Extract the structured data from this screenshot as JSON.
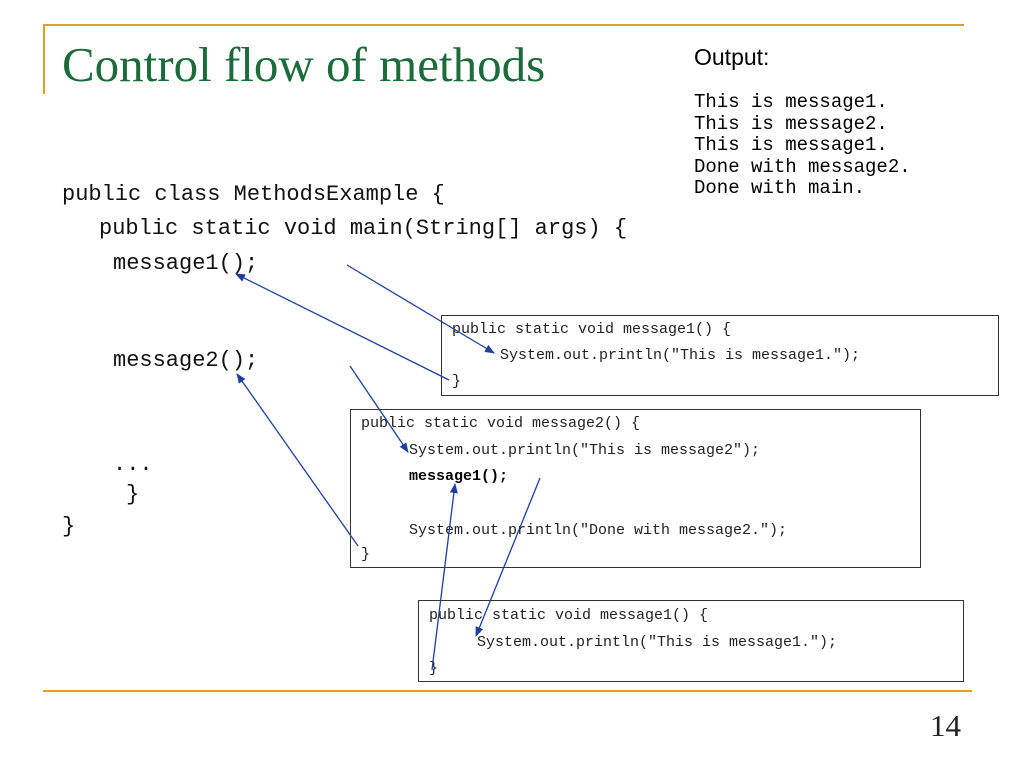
{
  "slide": {
    "title": "Control flow of methods",
    "page_number": "14"
  },
  "output": {
    "label": "Output:",
    "lines": [
      "This is message1.",
      "This is message2.",
      "This is message1.",
      "Done with message2.",
      "Done with main."
    ]
  },
  "main_code": {
    "line1": "public class MethodsExample {",
    "line2": "public static void main(String[] args) {",
    "line3": "message1();",
    "line4": "message2();",
    "line5": "...",
    "line6": "}",
    "line7": "}"
  },
  "box1": {
    "line1": "public static void message1() {",
    "line2": "System.out.println(\"This is message1.\");",
    "line3": "}"
  },
  "box2": {
    "line1": "public static void message2() {",
    "line2": "System.out.println(\"This is message2\");",
    "line3": "message1();",
    "line4": "System.out.println(\"Done with message2.\");",
    "line5": "}"
  },
  "box3": {
    "line1": "public static void message1() {",
    "line2": "System.out.println(\"This is message1.\");",
    "line3": "}"
  },
  "colors": {
    "title": "#1c6b3a",
    "rule": "#e0a020",
    "arrow": "#1f3f9a"
  }
}
